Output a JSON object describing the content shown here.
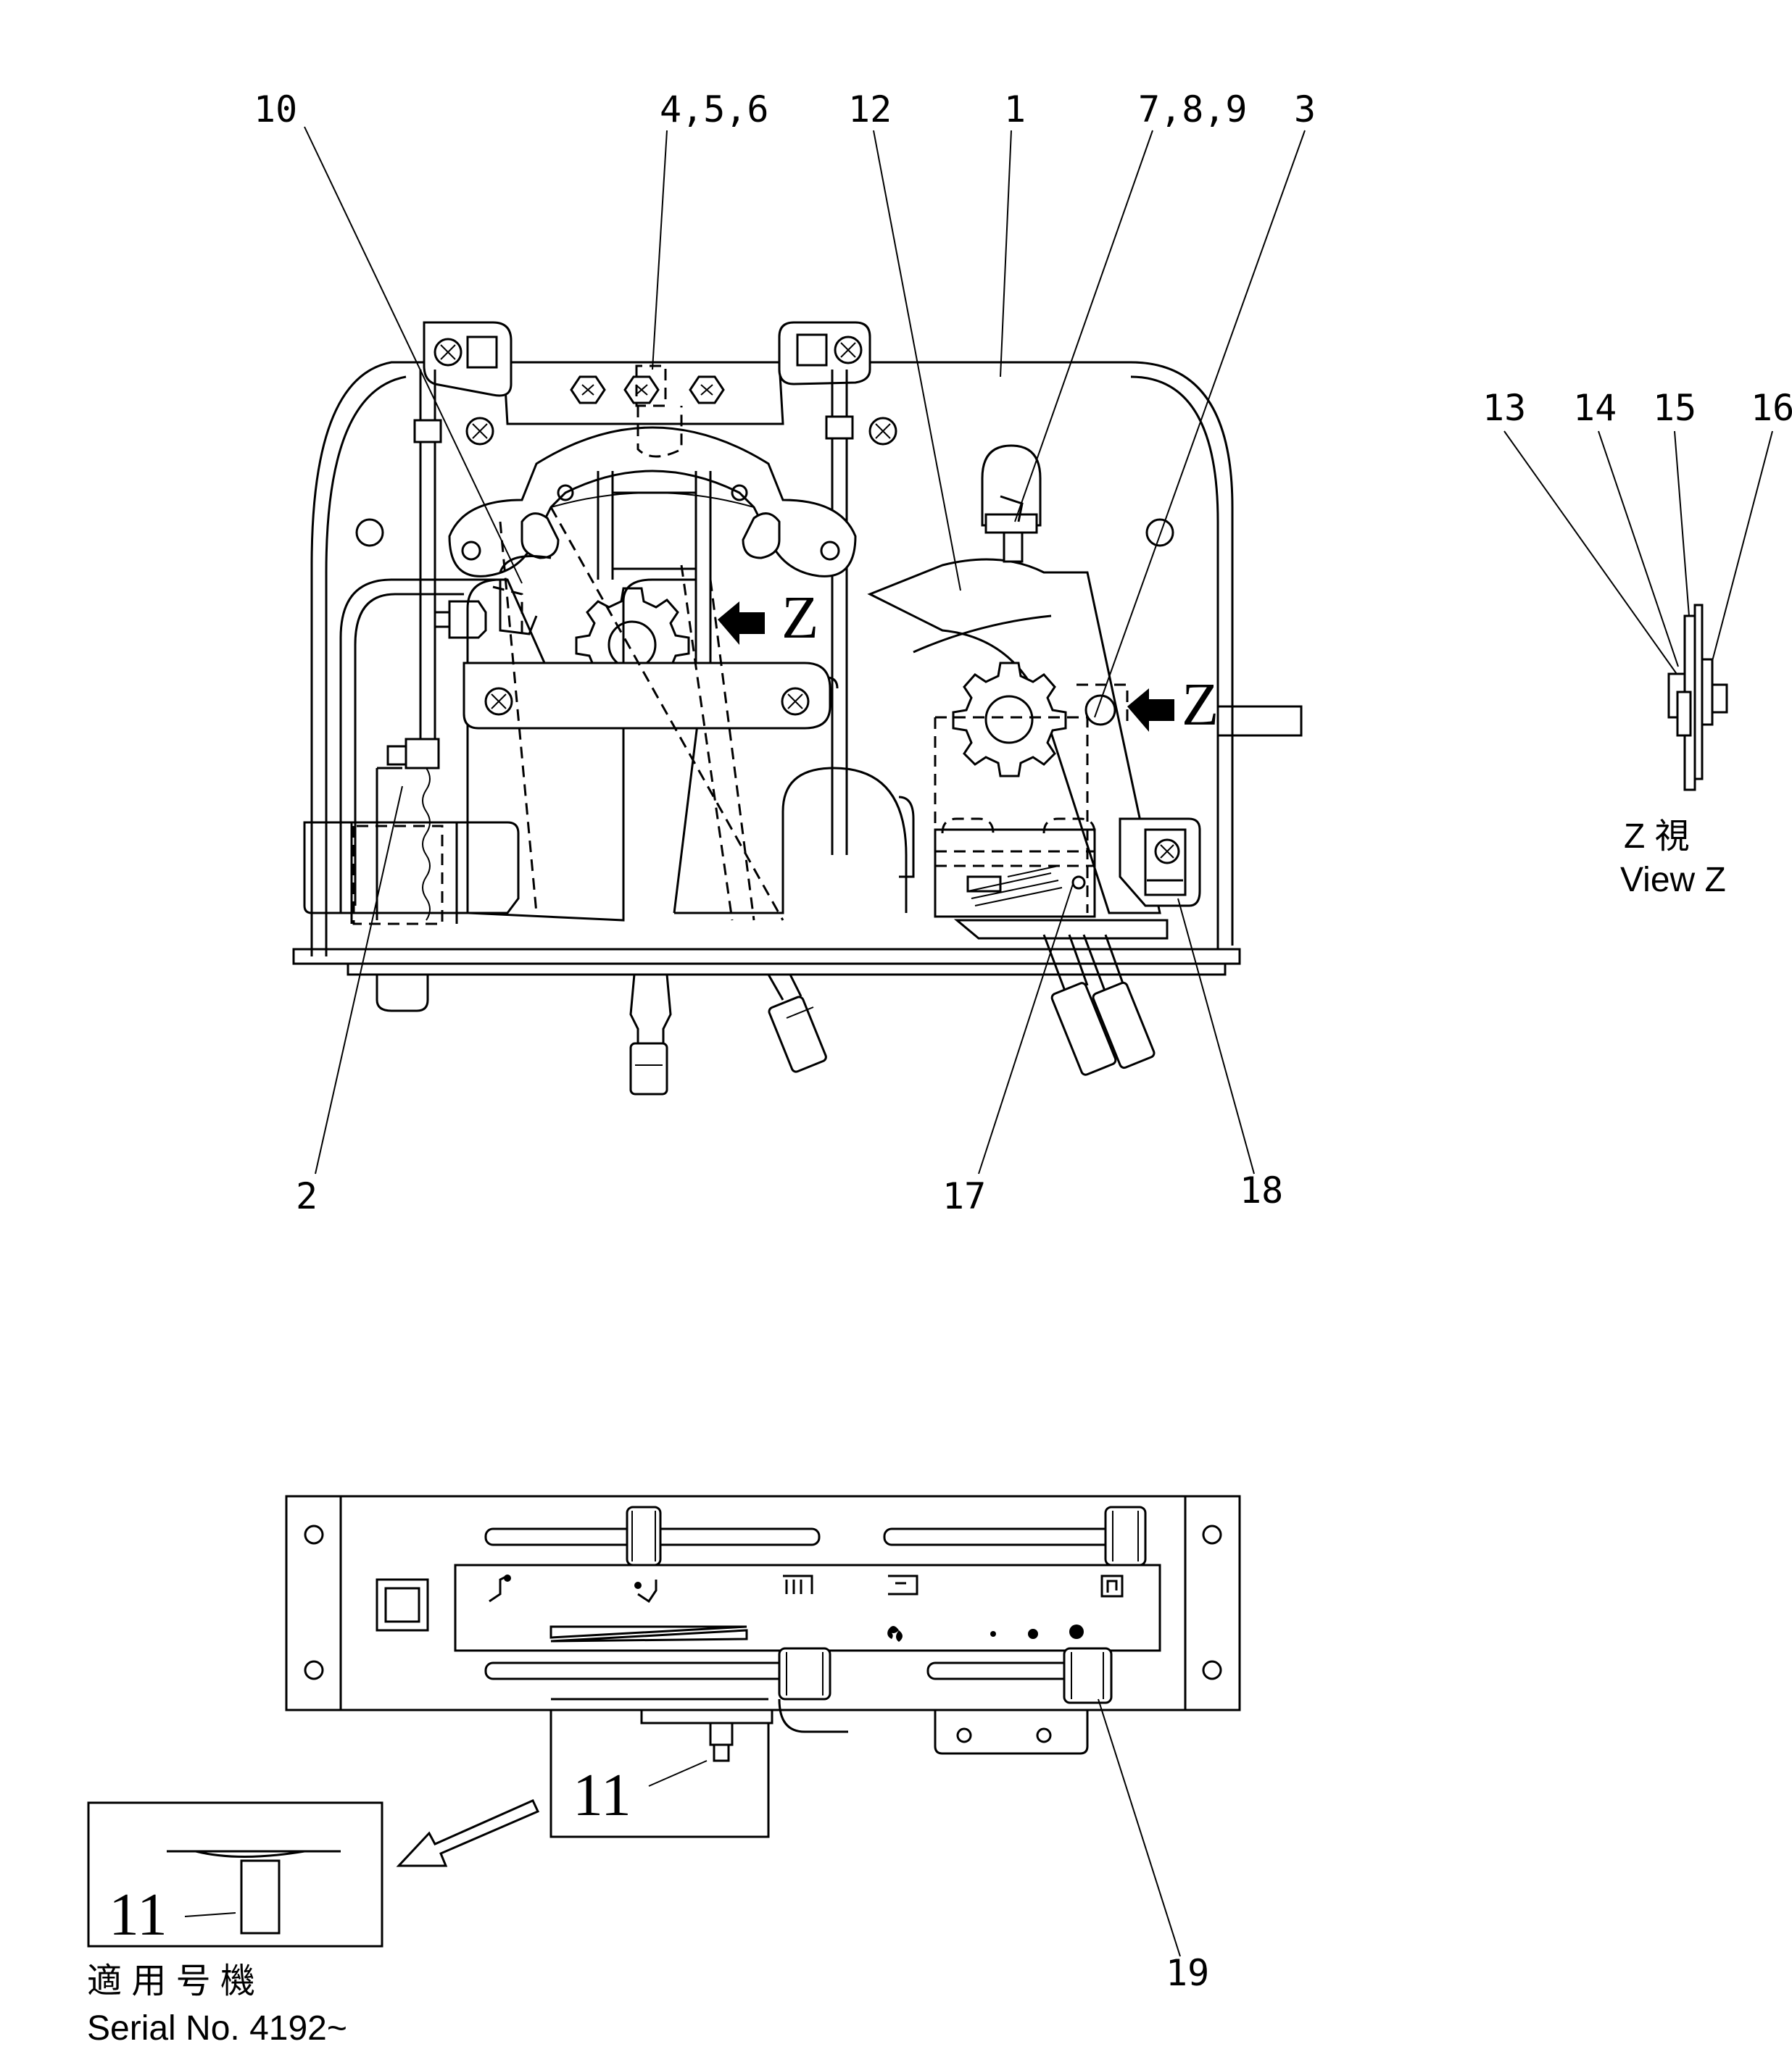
{
  "callouts": {
    "c10": "10",
    "c456": "4,5,6",
    "c12": "12",
    "c1": "1",
    "c789": "7,8,9",
    "c3": "3",
    "c2": "2",
    "c17": "17",
    "c18": "18",
    "c13": "13",
    "c14": "14",
    "c15": "15",
    "c16": "16",
    "c11a": "11",
    "c11b": "11",
    "c19": "19"
  },
  "arrows": {
    "z_left": "Z",
    "z_right": "Z"
  },
  "view_z": {
    "caption_jp": "Z 視",
    "caption_en": "View Z"
  },
  "serial_note": {
    "jp": "適 用 号 機",
    "en": "Serial No. 4192~"
  },
  "icons": [
    "screw-x-icon",
    "hex-bolt-icon",
    "gear-icon",
    "arrow-left-icon",
    "vent-face-icon",
    "vent-foot-icon",
    "defrost-icon",
    "recirc-icon",
    "fan-icon"
  ],
  "colors": {
    "line": "#000000",
    "background": "#ffffff"
  }
}
